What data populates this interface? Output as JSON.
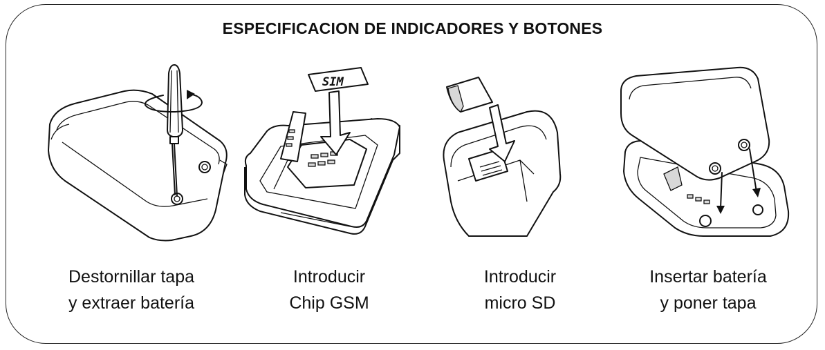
{
  "title": "ESPECIFICACION DE INDICADORES Y BOTONES",
  "steps": [
    {
      "line1": "Destornillar tapa",
      "line2": "y extraer batería",
      "icon": "screwdriver-icon"
    },
    {
      "line1": "Introducir",
      "line2": "Chip GSM",
      "icon": "sim-card-icon",
      "label": "SIM"
    },
    {
      "line1": "Introducir",
      "line2": "micro SD",
      "icon": "micro-sd-icon"
    },
    {
      "line1": "Insertar batería",
      "line2": "y poner tapa",
      "icon": "battery-cover-icon"
    }
  ]
}
